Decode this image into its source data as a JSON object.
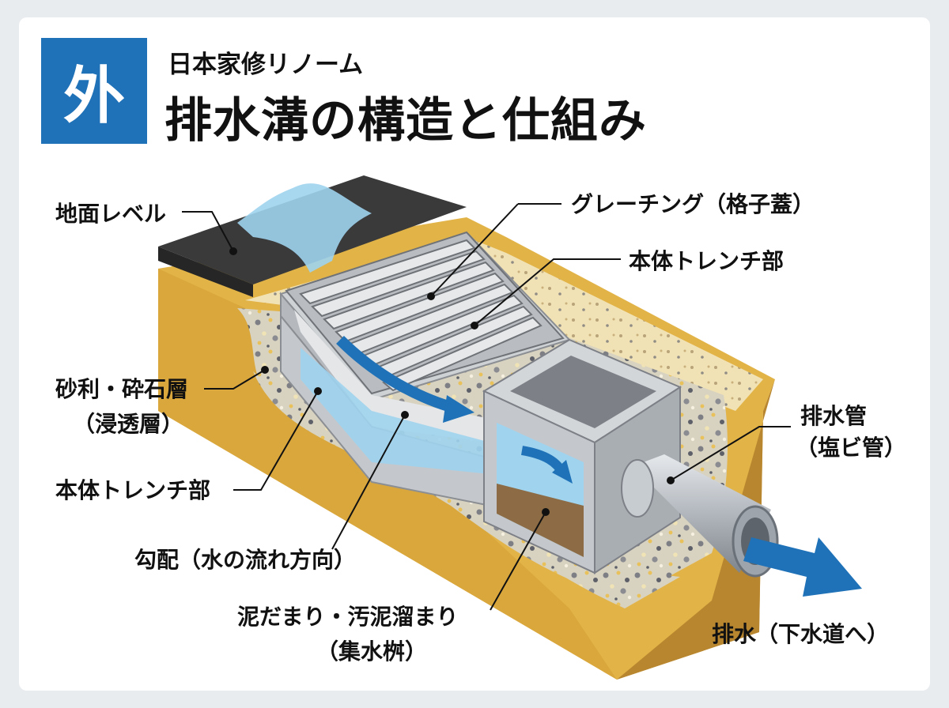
{
  "header": {
    "badge": "外",
    "subtitle": "日本家修リノーム",
    "title": "排水溝の構造と仕組み"
  },
  "labels": {
    "ground_level": "地面レベル",
    "grating": "グレーチング（格子蓋）",
    "trench_top": "本体トレンチ部",
    "gravel_line1": "砂利・砕石層",
    "gravel_line2": "（浸透層）",
    "drain_pipe_line1": "排水管",
    "drain_pipe_line2": "（塩ビ管）",
    "trench_side": "本体トレンチ部",
    "slope": "勾配（水の流れ方向）",
    "sludge_line1": "泥だまり・汚泥溜まり",
    "sludge_line2": "（集水桝）",
    "outflow": "排水（下水道へ）"
  },
  "colors": {
    "accent_blue": "#1f72b8",
    "soil_yellow": "#e2b347",
    "asphalt": "#3a3a3a",
    "concrete": "#c9cccf",
    "water": "#9fd3ee"
  }
}
